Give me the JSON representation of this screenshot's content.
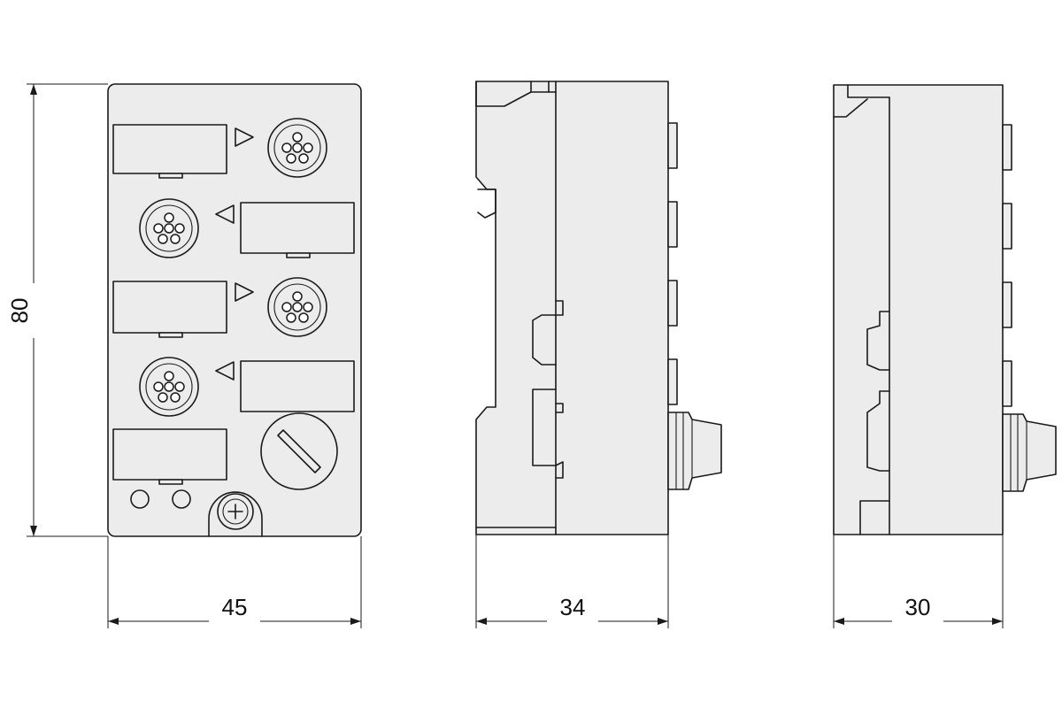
{
  "dimensions": {
    "height": "80",
    "front_width": "45",
    "side_width": "34",
    "right_width": "30"
  },
  "icons": {
    "connector": "m12-connector-icon",
    "rotary_switch": "rotary-switch-icon",
    "screw": "ground-screw-icon",
    "arrow_out": "triangle-right-icon",
    "arrow_in": "triangle-left-icon"
  }
}
